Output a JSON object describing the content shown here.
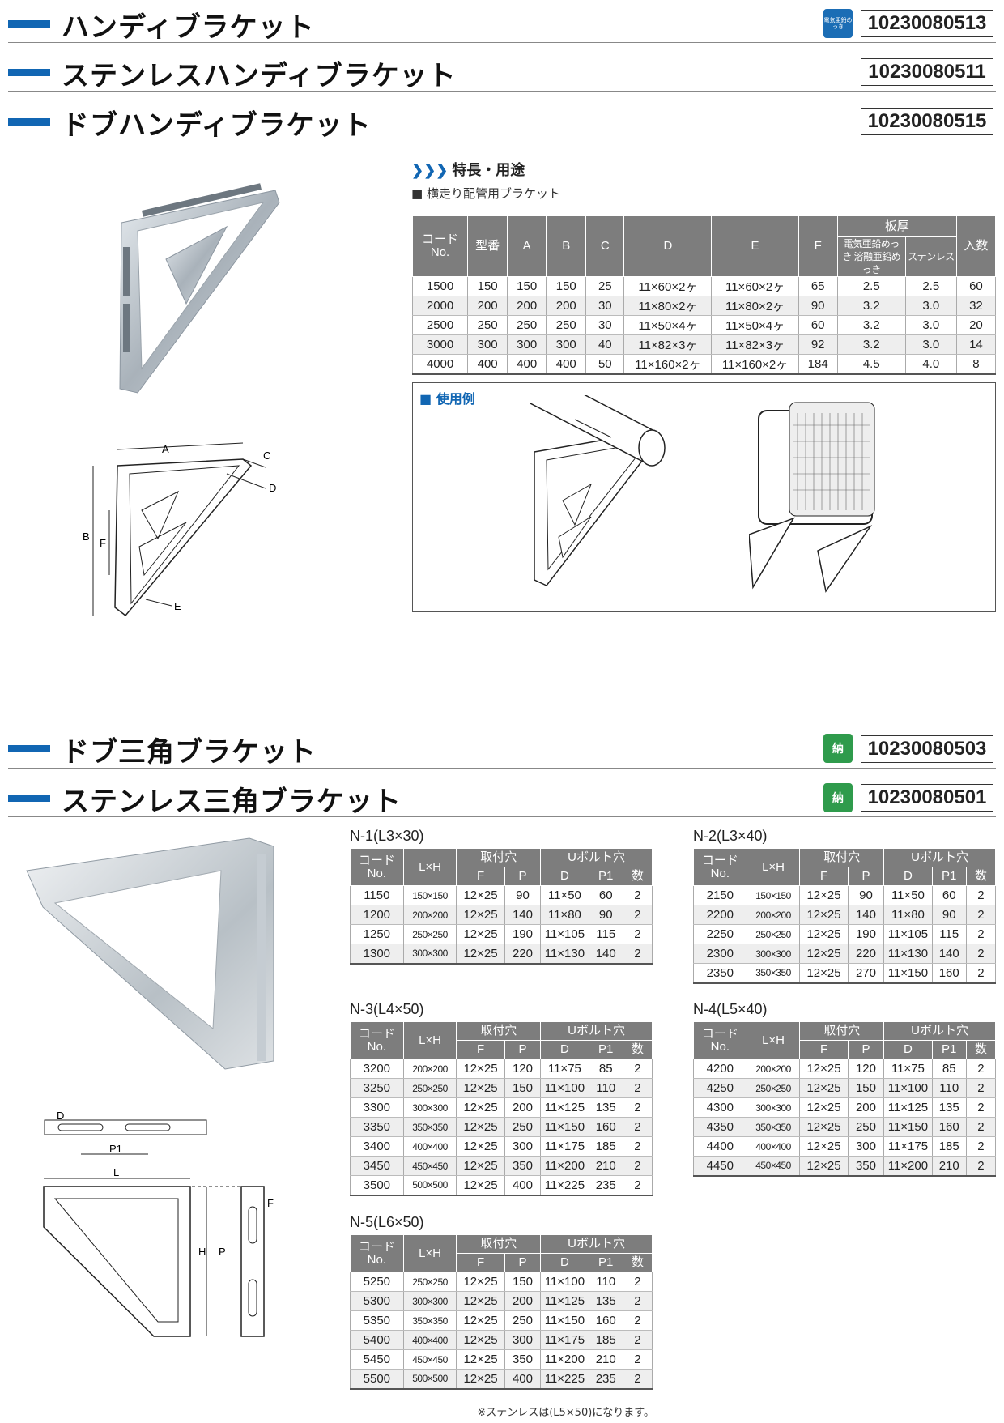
{
  "top": {
    "headers": [
      {
        "title": "ハンディブラケット",
        "code": "10230080513"
      },
      {
        "title": "ステンレスハンディブラケット",
        "code": "10230080511"
      },
      {
        "title": "ドブハンディブラケット",
        "code": "10230080515"
      }
    ],
    "badge_text": "電気亜鉛めっき",
    "feature_heading": "特長・用途",
    "feature_item": "■ 横走り配管用ブラケット",
    "usage_label": "■ 使用例",
    "dim_labels": {
      "A": "A",
      "B": "B",
      "C": "C",
      "D": "D",
      "E": "E",
      "F": "F"
    },
    "table": {
      "h_code": "コード No.",
      "h_model": "型番",
      "h_a": "A",
      "h_b": "B",
      "h_c": "C",
      "h_d": "D",
      "h_e": "E",
      "h_f": "F",
      "h_thick": "板厚",
      "h_thick1": "電気亜鉛めっき 溶融亜鉛めっき",
      "h_thick2": "ステンレス",
      "h_qty": "入数",
      "rows": [
        [
          "1500",
          "150",
          "150",
          "150",
          "25",
          "11×60×2ヶ",
          "11×60×2ヶ",
          "65",
          "2.5",
          "2.5",
          "60"
        ],
        [
          "2000",
          "200",
          "200",
          "200",
          "30",
          "11×80×2ヶ",
          "11×80×2ヶ",
          "90",
          "3.2",
          "3.0",
          "32"
        ],
        [
          "2500",
          "250",
          "250",
          "250",
          "30",
          "11×50×4ヶ",
          "11×50×4ヶ",
          "60",
          "3.2",
          "3.0",
          "20"
        ],
        [
          "3000",
          "300",
          "300",
          "300",
          "40",
          "11×82×3ヶ",
          "11×82×3ヶ",
          "92",
          "3.2",
          "3.0",
          "14"
        ],
        [
          "4000",
          "400",
          "400",
          "400",
          "50",
          "11×160×2ヶ",
          "11×160×2ヶ",
          "184",
          "4.5",
          "4.0",
          "8"
        ]
      ]
    }
  },
  "bottom": {
    "headers": [
      {
        "title": "ドブ三角ブラケット",
        "code": "10230080503"
      },
      {
        "title": "ステンレス三角ブラケット",
        "code": "10230080501"
      }
    ],
    "badge_text": "納",
    "dim_labels": {
      "D": "D",
      "P1": "P1",
      "L": "L",
      "H": "H",
      "P": "P",
      "F": "F"
    },
    "col_headers": {
      "code": "コード No.",
      "lh": "L×H",
      "mount": "取付穴",
      "ubolt": "Uボルト穴",
      "f": "F",
      "p": "P",
      "d": "D",
      "p1": "P1",
      "qty": "数"
    },
    "tables": [
      {
        "label": "N-1(L3×30)",
        "rows": [
          [
            "1150",
            "150×150",
            "12×25",
            "90",
            "11×50",
            "60",
            "2"
          ],
          [
            "1200",
            "200×200",
            "12×25",
            "140",
            "11×80",
            "90",
            "2"
          ],
          [
            "1250",
            "250×250",
            "12×25",
            "190",
            "11×105",
            "115",
            "2"
          ],
          [
            "1300",
            "300×300",
            "12×25",
            "220",
            "11×130",
            "140",
            "2"
          ]
        ]
      },
      {
        "label": "N-2(L3×40)",
        "rows": [
          [
            "2150",
            "150×150",
            "12×25",
            "90",
            "11×50",
            "60",
            "2"
          ],
          [
            "2200",
            "200×200",
            "12×25",
            "140",
            "11×80",
            "90",
            "2"
          ],
          [
            "2250",
            "250×250",
            "12×25",
            "190",
            "11×105",
            "115",
            "2"
          ],
          [
            "2300",
            "300×300",
            "12×25",
            "220",
            "11×130",
            "140",
            "2"
          ],
          [
            "2350",
            "350×350",
            "12×25",
            "270",
            "11×150",
            "160",
            "2"
          ]
        ]
      },
      {
        "label": "N-3(L4×50)",
        "rows": [
          [
            "3200",
            "200×200",
            "12×25",
            "120",
            "11×75",
            "85",
            "2"
          ],
          [
            "3250",
            "250×250",
            "12×25",
            "150",
            "11×100",
            "110",
            "2"
          ],
          [
            "3300",
            "300×300",
            "12×25",
            "200",
            "11×125",
            "135",
            "2"
          ],
          [
            "3350",
            "350×350",
            "12×25",
            "250",
            "11×150",
            "160",
            "2"
          ],
          [
            "3400",
            "400×400",
            "12×25",
            "300",
            "11×175",
            "185",
            "2"
          ],
          [
            "3450",
            "450×450",
            "12×25",
            "350",
            "11×200",
            "210",
            "2"
          ],
          [
            "3500",
            "500×500",
            "12×25",
            "400",
            "11×225",
            "235",
            "2"
          ]
        ]
      },
      {
        "label": "N-4(L5×40)",
        "rows": [
          [
            "4200",
            "200×200",
            "12×25",
            "120",
            "11×75",
            "85",
            "2"
          ],
          [
            "4250",
            "250×250",
            "12×25",
            "150",
            "11×100",
            "110",
            "2"
          ],
          [
            "4300",
            "300×300",
            "12×25",
            "200",
            "11×125",
            "135",
            "2"
          ],
          [
            "4350",
            "350×350",
            "12×25",
            "250",
            "11×150",
            "160",
            "2"
          ],
          [
            "4400",
            "400×400",
            "12×25",
            "300",
            "11×175",
            "185",
            "2"
          ],
          [
            "4450",
            "450×450",
            "12×25",
            "350",
            "11×200",
            "210",
            "2"
          ]
        ]
      },
      {
        "label": "N-5(L6×50)",
        "rows": [
          [
            "5250",
            "250×250",
            "12×25",
            "150",
            "11×100",
            "110",
            "2"
          ],
          [
            "5300",
            "300×300",
            "12×25",
            "200",
            "11×125",
            "135",
            "2"
          ],
          [
            "5350",
            "350×350",
            "12×25",
            "250",
            "11×150",
            "160",
            "2"
          ],
          [
            "5400",
            "400×400",
            "12×25",
            "300",
            "11×175",
            "185",
            "2"
          ],
          [
            "5450",
            "450×450",
            "12×25",
            "350",
            "11×200",
            "210",
            "2"
          ],
          [
            "5500",
            "500×500",
            "12×25",
            "400",
            "11×225",
            "235",
            "2"
          ]
        ]
      }
    ],
    "note": "※ステンレスは(L5×50)になります。"
  }
}
